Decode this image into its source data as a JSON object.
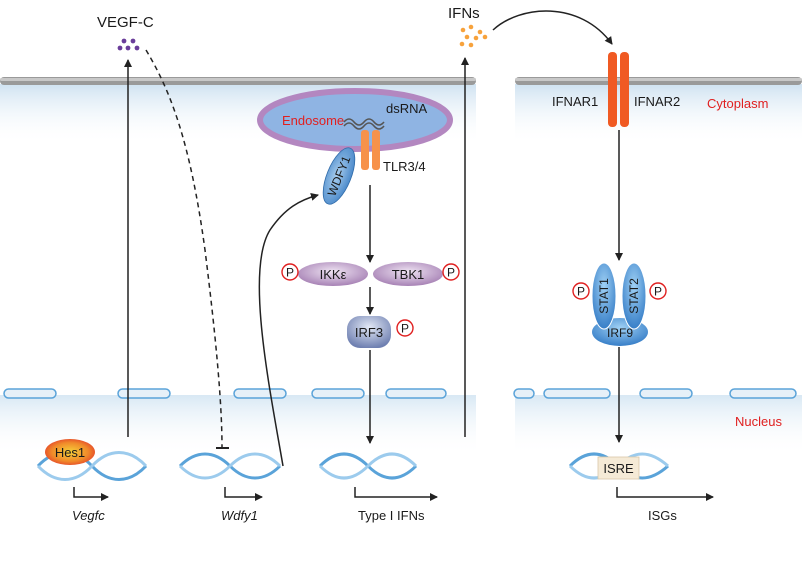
{
  "labels": {
    "vegfc_ligand": "VEGF-C",
    "ifns": "IFNs",
    "ifnar1": "IFNAR1",
    "ifnar2": "IFNAR2",
    "cytoplasm": "Cytoplasm",
    "nucleus": "Nucleus",
    "endosome": "Endosome",
    "dsrna": "dsRNA",
    "wdfy1_protein": "WDFY1",
    "tlr": "TLR3/4",
    "ikke": "IKKε",
    "tbk1": "TBK1",
    "irf3": "IRF3",
    "stat1": "STAT1",
    "stat2": "STAT2",
    "irf9": "IRF9",
    "phospho": "P",
    "hes1": "Hes1",
    "isre": "ISRE",
    "gene_vegfc": "Vegfc",
    "gene_wdfy1": "Wdfy1",
    "gene_type1": "Type I IFNs",
    "gene_isgs": "ISGs"
  },
  "colors": {
    "membrane": "#8c8c8c",
    "cytoplasm_fill": "#d6e6f2",
    "endosome_border": "#b387c0",
    "endosome_fill": "#8fb4e3",
    "receptor": "#f05a23",
    "tlr": "#f7924a",
    "kinase": "#bfa0c9",
    "irf3": "#8f9fc7",
    "stat": "#3f8fd6",
    "hes1": "#e8452c",
    "hes1_glow": "#f7c522",
    "dna": "#5aa3d9",
    "red_text": "#e02020",
    "vegfc_dots": "#6a3d9a",
    "ifn_dots": "#f7a23c"
  }
}
